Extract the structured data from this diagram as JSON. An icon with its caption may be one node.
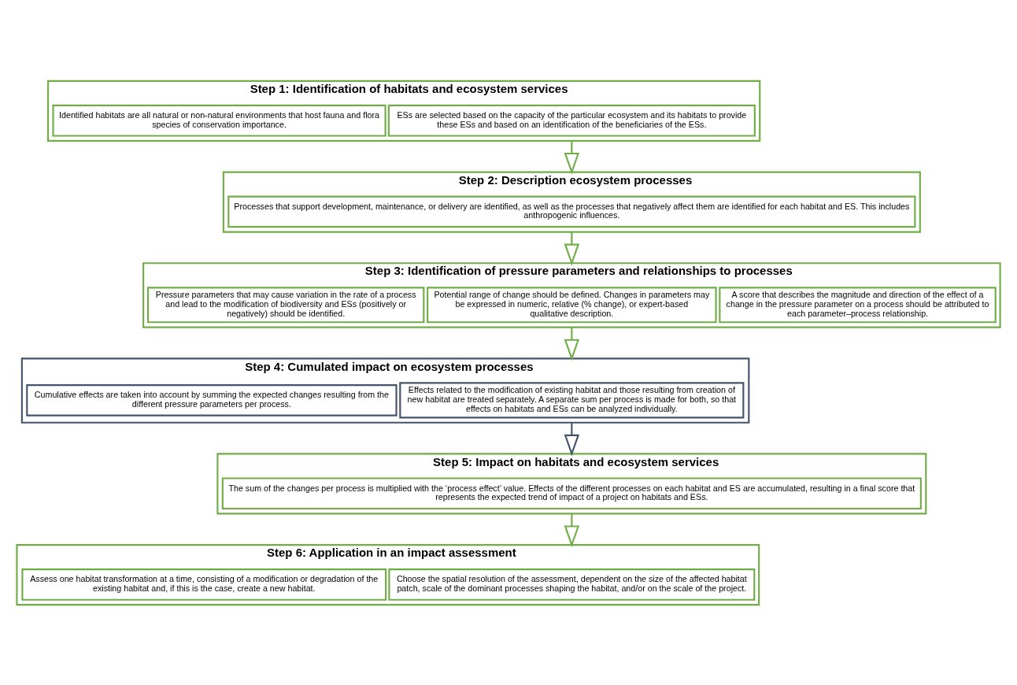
{
  "diagram": {
    "nodes": [
      {
        "text": [
          "Step 1: Identification of habitats and ecosystem services"
        ]
      },
      {
        "text": [
          "Identified habitats are all natural or non-natural environments that host fauna and flora species of conservation importance."
        ],
        "in": 0
      },
      {
        "text": [
          "ESs are selected based on the capacity of the particular ecosystem and its habitats to provide these ESs and based on an identification of the beneficiaries of the ESs."
        ],
        "in": 0
      },
      {
        "text": [
          "Step 2: Description ecosystem processes"
        ]
      },
      {
        "text": [
          "Processes that support development, maintenance, or delivery are identified, as well as the processes that negatively affect them are identified for each habitat and ES. This includes anthropogenic influences."
        ],
        "in": 3
      },
      {
        "text": [
          "Step 3: Identification of pressure parameters and relationships to processes"
        ]
      },
      {
        "text": [
          "Pressure parameters that may cause variation in the rate of a process and lead to the modification of biodiversity and ESs (positively or negatively) should be identified."
        ],
        "in": 5
      },
      {
        "text": [
          "Potential range of change should be defined. Changes in parameters may be expressed in numeric, relative (% change), or expert-based qualitative description."
        ],
        "in": 5
      },
      {
        "text": [
          "A score that describes the magnitude and direction of the effect of a change in the pressure parameter on a process should be attributed to each parameter–process relationship."
        ],
        "in": 5
      },
      {
        "text": [
          "Step 4: Cumulated impact on ecosystem processes"
        ]
      },
      {
        "text": [
          "Cumulative effects are taken into account by summing the expected changes resulting from the different pressure parameters per process."
        ],
        "in": 9
      },
      {
        "text": [
          "Effects related to the modification of existing habitat and those resulting from creation of new habitat are treated separately. A separate sum per process is made for both, so that effects on habitats and ESs can be analyzed individually."
        ],
        "in": 9
      },
      {
        "text": [
          "Step 5: Impact on habitats and ecosystem services"
        ]
      },
      {
        "text": [
          "The sum of the changes per process is multiplied with the ‘process effect’ value. Effects of the different processes on each habitat and ES are accumulated, resulting in a final score that represents the expected trend of impact of a project on habitats and ESs."
        ],
        "in": 12
      },
      {
        "text": [
          "Step 6: Application in an impact assessment"
        ]
      },
      {
        "text": [
          "Assess one habitat transformation at a time, consisting of a modification or degradation of the existing habitat and, if this is the case, create a new habitat."
        ],
        "in": 14
      },
      {
        "text": [
          "Choose the spatial resolution of the assessment, dependent on the size of the affected habitat patch, scale of the dominant processes shaping the habitat, and/or on the scale of the project."
        ],
        "in": 14
      }
    ],
    "edges": [
      {
        "from": 0,
        "to": 3,
        "arrow": "to"
      },
      {
        "from": 3,
        "to": 5,
        "arrow": "to"
      },
      {
        "from": 5,
        "to": 9,
        "arrow": "to"
      },
      {
        "from": 9,
        "to": 12,
        "arrow": "to",
        "color": "#44546a"
      },
      {
        "from": 12,
        "to": 14,
        "arrow": "to"
      }
    ]
  }
}
